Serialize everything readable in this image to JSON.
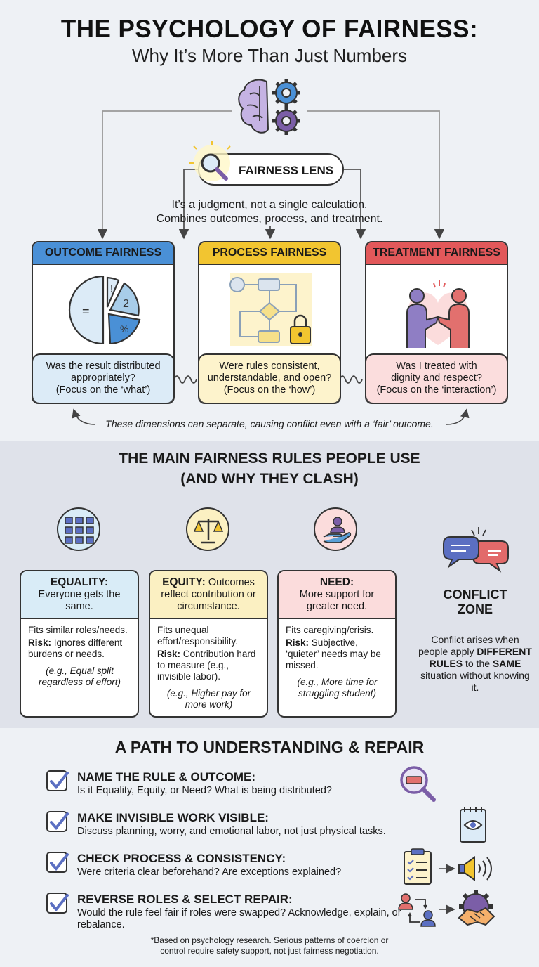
{
  "header": {
    "title": "THE PSYCHOLOGY OF FAIRNESS:",
    "subtitle": "Why It’s More Than Just Numbers"
  },
  "lens": {
    "label": "FAIRNESS LENS",
    "desc_line1": "It’s a judgment, not a single calculation.",
    "desc_line2": "Combines outcomes, process, and treatment."
  },
  "dimensions": [
    {
      "title": "OUTCOME FAIRNESS",
      "q1": "Was the result distributed",
      "q2": "appropriately?",
      "q3": "(Focus on the ‘what’)",
      "head_color": "#4a90d6",
      "q_color": "#dcebf7"
    },
    {
      "title": "PROCESS FAIRNESS",
      "q1": "Were rules consistent,",
      "q2": "understandable, and open?",
      "q3": "(Focus on the ‘how’)",
      "head_color": "#f2c530",
      "q_color": "#fdf3cc"
    },
    {
      "title": "TREATMENT FAIRNESS",
      "q1": "Was I treated with",
      "q2": "dignity and respect?",
      "q3": "(Focus on the ‘interaction’)",
      "head_color": "#e2585a",
      "q_color": "#fbdddd"
    }
  ],
  "pie_labels": [
    "=",
    "!",
    "2",
    "%"
  ],
  "separation_note": "These dimensions can separate, causing conflict even with a ‘fair’ outcome.",
  "rules_section": {
    "title_line1": "THE MAIN FAIRNESS RULES PEOPLE USE",
    "title_line2": "(AND WHY THEY CLASH)"
  },
  "rules": [
    {
      "name": "EQUALITY:",
      "head_rest": "Everyone gets the same.",
      "fits": "Fits similar roles/needs.",
      "risk_label": "Risk:",
      "risk": "Ignores different burdens or needs.",
      "example": "(e.g., Equal split regardless of effort)",
      "head_color": "#d9ecf7",
      "circle_color": "#d9ecf7"
    },
    {
      "name": "EQUITY:",
      "head_rest": "Outcomes reflect contribution or circumstance.",
      "fits": "Fits unequal effort/responsibility.",
      "risk_label": "Risk:",
      "risk": "Contribution hard to measure (e.g., invisible labor).",
      "example": "(e.g., Higher pay for more work)",
      "head_color": "#fbf0c2",
      "circle_color": "#fbf0c2"
    },
    {
      "name": "NEED:",
      "head_rest": "More support for greater need.",
      "fits": "Fits caregiving/crisis.",
      "risk_label": "Risk:",
      "risk": "Subjective, ‘quieter’ needs may be missed.",
      "example": "(e.g., More time for struggling student)",
      "head_color": "#fbdcdc",
      "circle_color": "#fbdcdc"
    }
  ],
  "conflict": {
    "title_line1": "CONFLICT",
    "title_line2": "ZONE",
    "desc_a": "Conflict arises when people apply",
    "desc_b": "DIFFERENT RULES",
    "desc_c": "to the",
    "desc_d": "SAME",
    "desc_e": "situation without knowing it."
  },
  "path": {
    "title": "A PATH TO UNDERSTANDING & REPAIR",
    "steps": [
      {
        "title": "NAME THE RULE & OUTCOME:",
        "desc": "Is it Equality, Equity, or Need? What is being distributed?"
      },
      {
        "title": "MAKE INVISIBLE WORK VISIBLE:",
        "desc": "Discuss planning, worry, and emotional labor, not just physical tasks."
      },
      {
        "title": "CHECK PROCESS & CONSISTENCY:",
        "desc": "Were criteria clear beforehand? Are exceptions explained?"
      },
      {
        "title": "REVERSE ROLES & SELECT REPAIR:",
        "desc": "Would the rule feel fair if roles were swapped? Acknowledge, explain, or rebalance."
      }
    ]
  },
  "footnote": {
    "line1": "*Based on psychology research. Serious patterns of coercion or",
    "line2": "control require safety support, not just fairness negotiation."
  },
  "colors": {
    "brain": "#b9a3d9",
    "gear_blue": "#4a90d6",
    "gear_purple": "#7b5ea7",
    "conflict_blue": "#5b6fc2",
    "conflict_red": "#e26a6a"
  }
}
